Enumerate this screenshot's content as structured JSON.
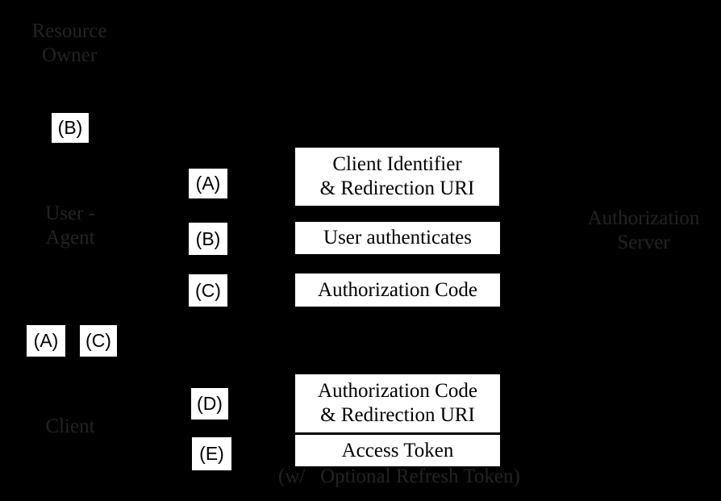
{
  "diagram": {
    "background_color": "#000000",
    "dim_text_color": "#232323",
    "box_fill_color": "#ffffff",
    "box_text_color": "#000000",
    "entities": {
      "resource_owner": {
        "line1": "Resource",
        "line2": "Owner"
      },
      "user_agent": {
        "line1": "User -",
        "line2": "Agent"
      },
      "client": {
        "line1": "Client"
      },
      "authorization_server": {
        "line1": "Authorization",
        "line2": "Server"
      }
    },
    "step_tags": {
      "b_top": "(B)",
      "a_mid": "(A)",
      "b_mid": "(B)",
      "c_mid": "(C)",
      "a_bottom": "(A)",
      "c_bottom": "(C)",
      "d": "(D)",
      "e": "(E)"
    },
    "messages": {
      "client_identifier": {
        "line1": "Client Identifier",
        "line2": "& Redirection URI"
      },
      "user_authenticates": {
        "line1": "User authenticates"
      },
      "authorization_code": {
        "line1": "Authorization Code"
      },
      "auth_code_redirect": {
        "line1": "Authorization Code",
        "line2": "& Redirection URI"
      },
      "access_token": {
        "line1": "Access Token"
      },
      "footnote": "(w/   Optional Refresh Token)"
    }
  }
}
